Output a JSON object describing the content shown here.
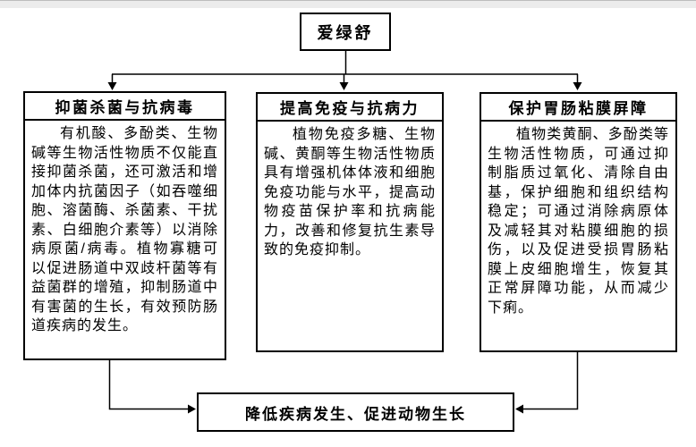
{
  "diagram": {
    "root": {
      "label": "爱绿舒"
    },
    "branches": [
      {
        "title": "抑菌杀菌与抗病毒",
        "body": "有机酸、多酚类、生物碱等生物活性物质不仅能直接抑菌杀菌，还可激活和增加体内抗菌因子（如吞噬细胞、溶菌酶、杀菌素、干扰素、白细胞介素等）以消除病原菌/病毒。植物寡糖可以促进肠道中双歧杆菌等有益菌群的增殖，抑制肠道中有害菌的生长，有效预防肠道疾病的发生。"
      },
      {
        "title": "提高免疫与抗病力",
        "body": "植物免疫多糖、生物碱、黄酮等生物活性物质具有增强机体体液和细胞免疫功能与水平，提高动物疫苗保护率和抗病能力，改善和修复抗生素导致的免疫抑制。"
      },
      {
        "title": "保护胃肠粘膜屏障",
        "body": "植物类黄酮、多酚类等生物活性物质，可通过抑制脂质过氧化、清除自由基，保护细胞和组织结构稳定；可通过消除病原体及减轻其对粘膜细胞的损伤，以及促进受损胃肠粘膜上皮细胞增生，恢复其正常屏障功能，从而减少下痢。"
      }
    ],
    "outcome": {
      "label": "降低疾病发生、促进动物生长"
    },
    "colors": {
      "line": "#000000",
      "border": "#000000",
      "background": "#ffffff",
      "footer_strip": "#ececec"
    }
  }
}
